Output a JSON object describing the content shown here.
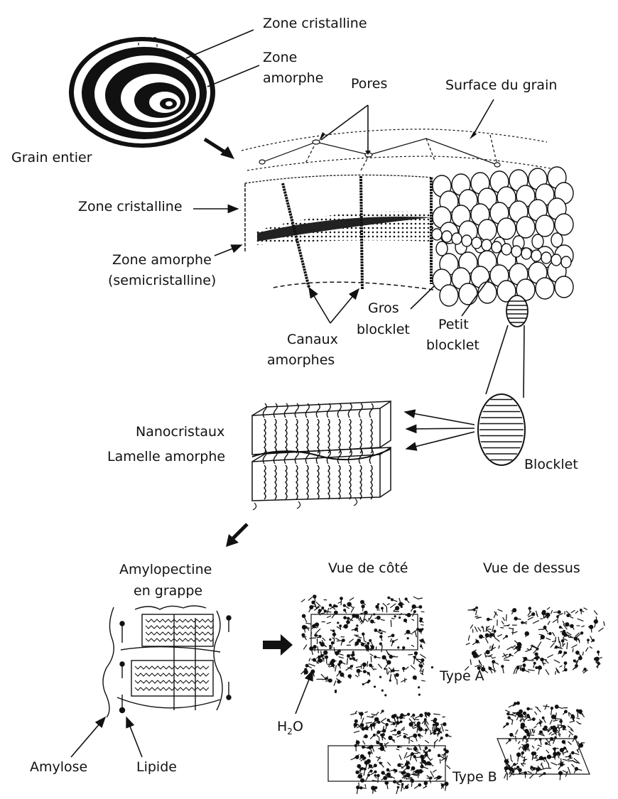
{
  "labels": {
    "zone_cristalline_top": "Zone cristalline",
    "zone_amorphe_top_1": "Zone",
    "zone_amorphe_top_2": "amorphe",
    "pores": "Pores",
    "surface_du_grain": "Surface du grain",
    "grain_entier": "Grain entier",
    "zone_cristalline_mid": "Zone cristalline",
    "zone_amorphe_mid_1": "Zone amorphe",
    "zone_amorphe_mid_2": "(semicristalline)",
    "gros_blocklet_1": "Gros",
    "gros_blocklet_2": "blocklet",
    "petit_blocklet_1": "Petit",
    "petit_blocklet_2": "blocklet",
    "canaux_1": "Canaux",
    "canaux_2": "amorphes",
    "nanocristaux": "Nanocristaux",
    "lamelle_amorphe": "Lamelle amorphe",
    "blocklet": "Blocklet",
    "amylopectine_1": "Amylopectine",
    "amylopectine_2": "en grappe",
    "vue_de_cote": "Vue de côté",
    "vue_de_dessus": "Vue de dessus",
    "type_a": "Type A",
    "type_b": "Type B",
    "h2o_h": "H",
    "h2o_sub": "2",
    "h2o_o": "O",
    "amylose": "Amylose",
    "lipide": "Lipide"
  },
  "colors": {
    "ink": "#111111",
    "background": "#ffffff"
  }
}
